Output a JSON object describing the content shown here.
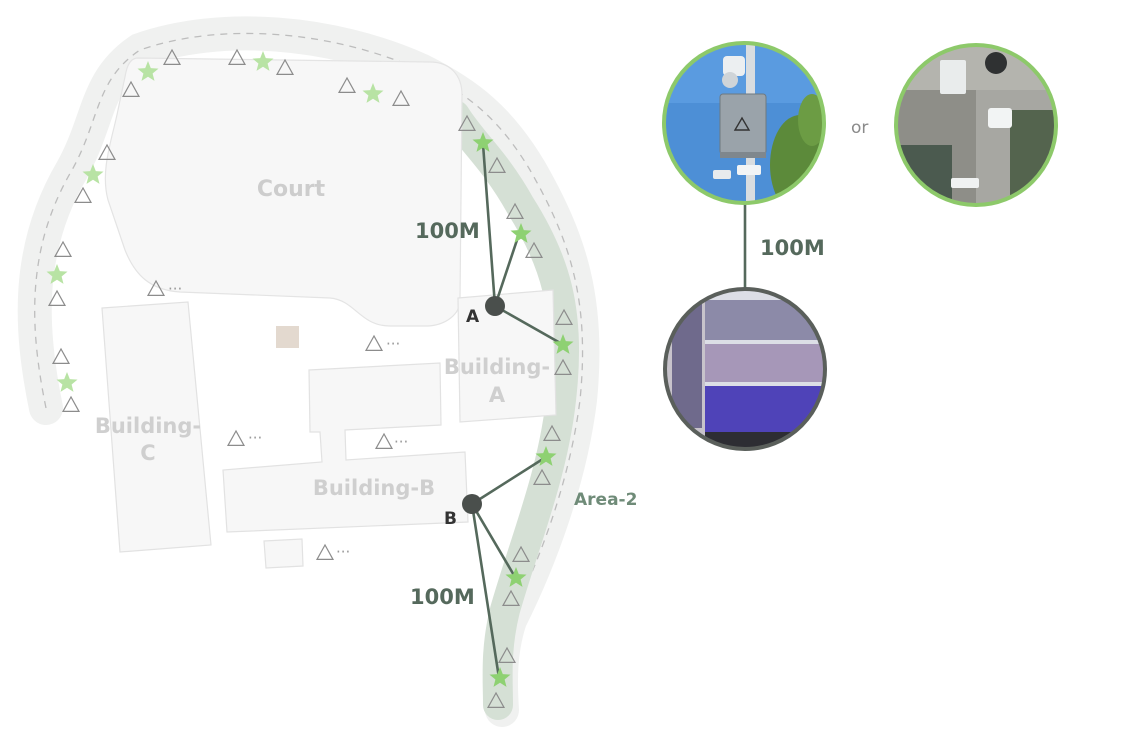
{
  "map": {
    "court_label": "Court",
    "building_a": [
      "Building-",
      "A"
    ],
    "building_b": "Building-B",
    "building_c": [
      "Building-",
      "C"
    ],
    "area_label": "Area-2",
    "distance_top": "100M",
    "distance_bottom": "100M",
    "node_a_label": "A",
    "node_b_label": "B",
    "ellipsis": "···"
  },
  "legend": {
    "or_label": "or",
    "distance_label": "100M",
    "photos": [
      {
        "name": "pole-camera-photo",
        "desc": "pole mounted cameras with junction box"
      },
      {
        "name": "wall-camera-photo",
        "desc": "wall mounted cameras with speaker"
      },
      {
        "name": "monitor-wall-photo",
        "desc": "video monitoring wall"
      }
    ]
  },
  "colors": {
    "route_band": "#f0f1f0",
    "area_band": "#d5e0d5",
    "star": "#8ed172",
    "star_faded": "#b8e3a4",
    "link_line": "#55695c",
    "photo_ring": "#8dc96a",
    "monitor_ring": "#5a5f5b",
    "building_fill": "#f7f7f7",
    "building_stroke": "#e2e2e2"
  }
}
